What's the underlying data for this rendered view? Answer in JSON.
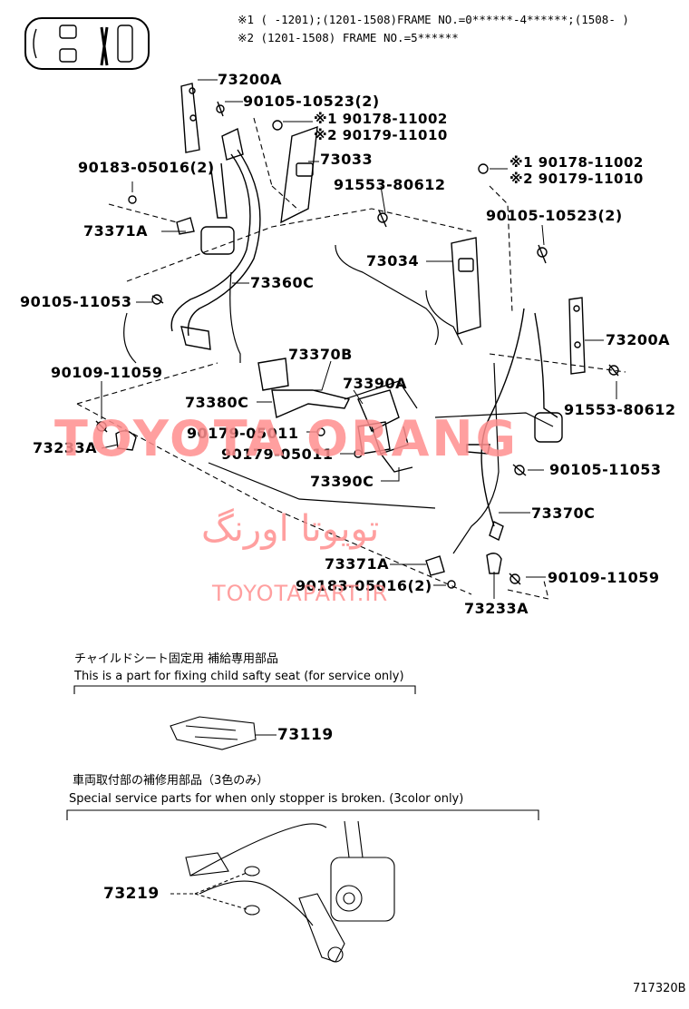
{
  "header": {
    "note1": "※1 (      -1201);(1201-1508)FRAME NO.=0******-4******;(1508-      )",
    "note2": "※2 (1201-1508) FRAME NO.=5******"
  },
  "watermark": {
    "main": "TOYOTA ORANG",
    "arabic": "تویوتا اورنگ",
    "site": "TOYOTAPART.IR",
    "color": "#ff8f8f"
  },
  "labels": {
    "p73200A_top": "73200A",
    "p90105_10523_top": "90105-10523(2)",
    "p90178_11002_top": "※1 90178-11002",
    "p90179_11010_top": "※2 90179-11010",
    "p73033": "73033",
    "p90183_05016_top": "90183-05016(2)",
    "p91553_80612_top": "91553-80612",
    "p73371A_top": "73371A",
    "p90178_11002_right": "※1 90178-11002",
    "p90179_11010_right": "※2 90179-11010",
    "p90105_10523_right": "90105-10523(2)",
    "p73034": "73034",
    "p90105_11053_left": "90105-11053",
    "p73360C": "73360C",
    "p73200A_right": "73200A",
    "p73370B": "73370B",
    "p90109_11059_left": "90109-11059",
    "p73390A": "73390A",
    "p73380C": "73380C",
    "p91553_80612_right": "91553-80612",
    "p90179_05011_a": "90179-05011",
    "p73233A_left": "73233A",
    "p90179_05011_b": "90179-05011",
    "p90105_11053_right": "90105-11053",
    "p73390C": "73390C",
    "p73370C": "73370C",
    "p73371A_bottom": "73371A",
    "p90109_11059_right": "90109-11059",
    "p90183_05016_bottom": "90183-05016(2)",
    "p73233A_bottom": "73233A"
  },
  "section_child": {
    "title_jp": "チャイルドシート固定用  補給専用部品",
    "title_en": "This is a part for fixing child safty seat (for service only)",
    "part": "73119"
  },
  "section_stopper": {
    "title_jp": "車両取付部の補修用部品（3色のみ）",
    "title_en": "Special service parts for when only stopper is broken. (3color only)",
    "part": "73219"
  },
  "footer": {
    "diagram_id": "717320B"
  },
  "icons": {
    "car_top_view": "car-top-view-icon"
  }
}
